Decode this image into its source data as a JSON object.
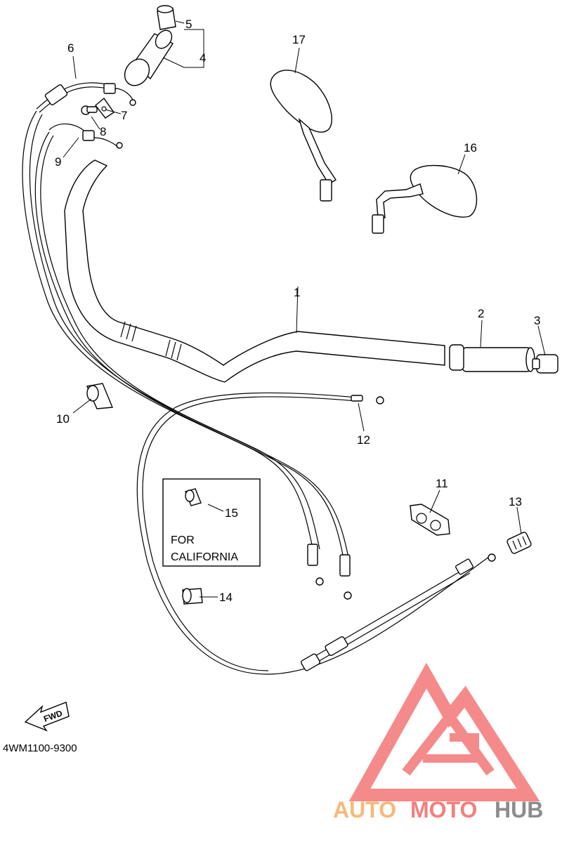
{
  "diagram": {
    "part_code": "4WM1100-9300",
    "fwd_label": "FWD",
    "california_box": {
      "line1": "FOR",
      "line2": "CALIFORNIA"
    },
    "callouts": {
      "c1": "1",
      "c2": "2",
      "c3": "3",
      "c4": "4",
      "c5": "5",
      "c6": "6",
      "c7": "7",
      "c8": "8",
      "c9": "9",
      "c10": "10",
      "c11": "11",
      "c12": "12",
      "c13": "13",
      "c14": "14",
      "c15": "15",
      "c16": "16",
      "c17": "17"
    }
  },
  "watermark": {
    "part1": "AUTO",
    "part2": "MOTO",
    "part3": "HUB",
    "colors": {
      "orange": "#f7b97a",
      "red": "#f47e7e",
      "gray": "#8c8c8c"
    }
  }
}
